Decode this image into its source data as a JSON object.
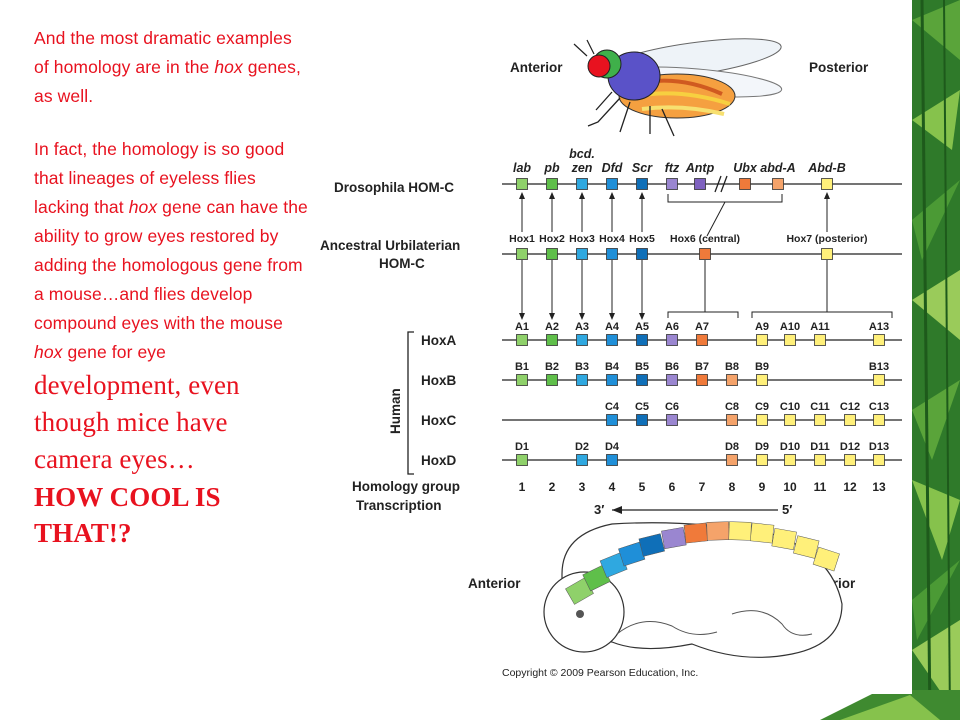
{
  "slide": {
    "para1_a": "And the most dramatic examples of homology are in the ",
    "para1_em": "hox",
    "para1_b": " genes, as well.",
    "para2_a": "In fact, the homology is so good that lineages of eyeless flies lacking that ",
    "para2_em1": "hox",
    "para2_b": " gene can have the ability to grow eyes restored by adding the homologous gene from a mouse…and flies develop compound eyes with the mouse ",
    "para2_em2": "hox",
    "para2_c": " gene for eye ",
    "para2_serif": "development, even though mice have camera eyes…",
    "para2_caps": "HOW COOL IS THAT!?"
  },
  "figure": {
    "anterior_top": "Anterior",
    "posterior_top": "Posterior",
    "drosophila_label": "Drosophila HOM-C",
    "ancestral_label_1": "Ancestral Urbilaterian",
    "ancestral_label_2": "HOM-C",
    "human_label": "Human",
    "homology_label": "Homology group",
    "transcription_label": "Transcription",
    "three_prime": "3′",
    "five_prime": "5′",
    "anterior_bottom": "Anterior",
    "posterior_bottom": "Posterior",
    "copyright": "Copyright © 2009 Pearson Education, Inc.",
    "drosophila_genes": [
      {
        "name": "lab",
        "color": "#8fd16a"
      },
      {
        "name": "pb",
        "color": "#5fbf4a"
      },
      {
        "name": "zen",
        "color": "#2fa8e0",
        "above": "bcd."
      },
      {
        "name": "Dfd",
        "color": "#1f8fd8"
      },
      {
        "name": "Scr",
        "color": "#0f6fb8"
      },
      {
        "name": "ftz",
        "color": "#9a86d0"
      },
      {
        "name": "Antp",
        "color": "#7f62c0"
      },
      {
        "name": "Ubx",
        "color": "#f07a3a"
      },
      {
        "name": "abd-A",
        "color": "#f5a36a"
      },
      {
        "name": "Abd-B",
        "color": "#fff07a"
      }
    ],
    "ancestral_genes": [
      {
        "name": "Hox1",
        "color": "#8fd16a"
      },
      {
        "name": "Hox2",
        "color": "#5fbf4a"
      },
      {
        "name": "Hox3",
        "color": "#2fa8e0"
      },
      {
        "name": "Hox4",
        "color": "#1f8fd8"
      },
      {
        "name": "Hox5",
        "color": "#0f6fb8"
      },
      {
        "name": "Hox6 (central)",
        "color": "#f07a3a"
      },
      {
        "name": "Hox7 (posterior)",
        "color": "#fff07a"
      }
    ],
    "human_clusters": [
      {
        "name": "HoxA",
        "genes": [
          "A1",
          "A2",
          "A3",
          "A4",
          "A5",
          "A6",
          "A7",
          "",
          "A9",
          "A10",
          "A11",
          "",
          "A13"
        ]
      },
      {
        "name": "HoxB",
        "genes": [
          "B1",
          "B2",
          "B3",
          "B4",
          "B5",
          "B6",
          "B7",
          "B8",
          "B9",
          "",
          "",
          "",
          "B13"
        ]
      },
      {
        "name": "HoxC",
        "genes": [
          "",
          "",
          "",
          "C4",
          "C5",
          "C6",
          "",
          "C8",
          "C9",
          "C10",
          "C11",
          "C12",
          "C13"
        ]
      },
      {
        "name": "HoxD",
        "genes": [
          "D1",
          "",
          "D2",
          "D4",
          "",
          "",
          "",
          "D8",
          "D9",
          "D10",
          "D11",
          "D12",
          "D13"
        ]
      }
    ],
    "homology_groups": [
      "1",
      "2",
      "3",
      "4",
      "5",
      "6",
      "7",
      "8",
      "9",
      "10",
      "11",
      "12",
      "13"
    ],
    "group_colors": [
      "#8fd16a",
      "#5fbf4a",
      "#2fa8e0",
      "#1f8fd8",
      "#0f6fb8",
      "#9a86d0",
      "#f07a3a",
      "#f5a36a",
      "#fff07a",
      "#fff07a",
      "#fff07a",
      "#fff07a",
      "#fff07a"
    ]
  }
}
